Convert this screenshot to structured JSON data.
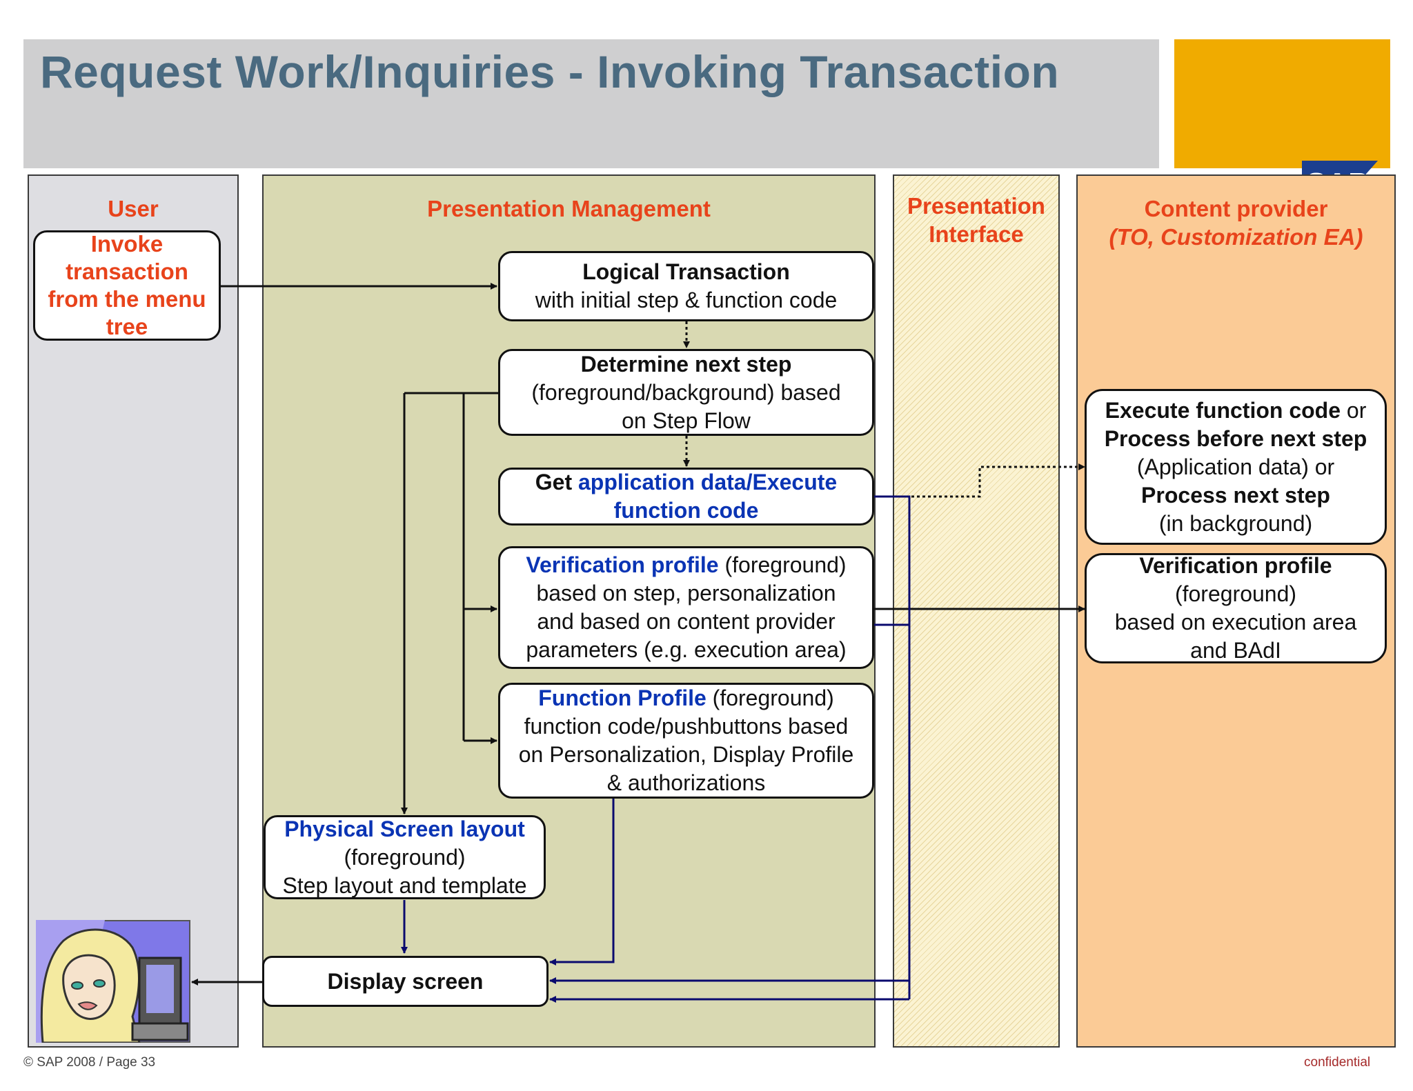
{
  "title": "Request Work/Inquiries - Invoking Transaction",
  "logo": {
    "text": "SAP",
    "trademark": "®"
  },
  "lanes": {
    "user": "User",
    "presentation_management": "Presentation Management",
    "presentation_interface_line1": "Presentation",
    "presentation_interface_line2": "Interface",
    "content_provider_line1": "Content provider",
    "content_provider_line2": "(TO, Customization EA)"
  },
  "boxes": {
    "invoke": [
      "Invoke",
      "transaction",
      "from the menu",
      "tree"
    ],
    "logical": {
      "bold": "Logical Transaction",
      "line2": "with initial step & function code"
    },
    "determine": {
      "bold": "Determine next step",
      "line2": "(foreground/background) based",
      "line3": "on Step Flow"
    },
    "get_data": {
      "plain": "Get ",
      "blue1": "application data/Execute",
      "blue2": "function code"
    },
    "verification": {
      "blue": "Verification profile",
      "rest1": " (foreground)",
      "line2": "based on step, personalization",
      "line3": "and based on content provider",
      "line4": "parameters (e.g. execution area)"
    },
    "function_profile": {
      "blue": "Function Profile",
      "rest1": " (foreground)",
      "line2": "function code/pushbuttons based",
      "line3": "on Personalization, Display Profile",
      "line4": "& authorizations"
    },
    "physical": {
      "blue": "Physical Screen layout",
      "line2": "(foreground)",
      "line3": "Step layout and template"
    },
    "display": "Display screen",
    "execute": {
      "b1": "Execute function code",
      "p1": " or",
      "b2": "Process before next step",
      "p2": "(Application data) or",
      "b3": "Process next step",
      "p3": "(in background)"
    },
    "cp_verification": {
      "bold": "Verification profile",
      "line2": "(foreground)",
      "line3": "based on execution area",
      "line4": "and BAdI"
    }
  },
  "footer": {
    "left": "© SAP 2008 / Page 33",
    "right": "confidential"
  },
  "colors": {
    "title": "#4a6a80",
    "lane_head": "#e8431b",
    "blue_text": "#0a34b4",
    "navy_line": "#0a0a6e",
    "logo_bg": "#f0ab00"
  }
}
